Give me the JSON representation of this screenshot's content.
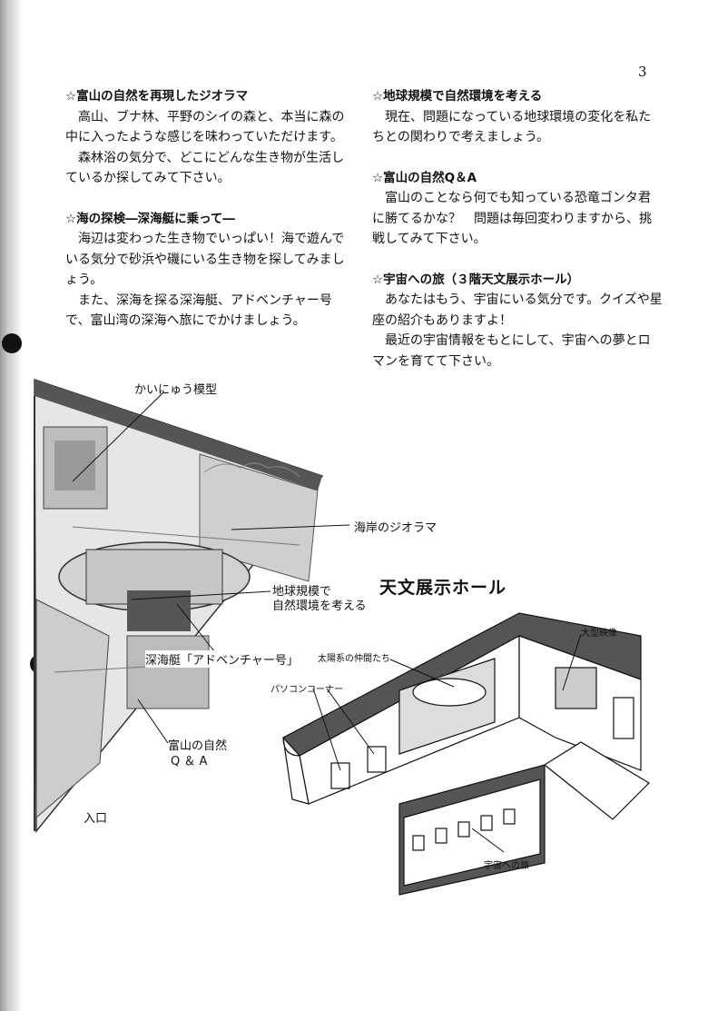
{
  "page_number": "3",
  "left_sections": [
    {
      "heading": "☆富山の自然を再現したジオラマ",
      "paragraphs": [
        "高山、ブナ林、平野のシイの森と、本当に森の中に入ったような感じを味わっていただけます。",
        "森林浴の気分で、どこにどんな生き物が生活しているか探してみて下さい。"
      ]
    },
    {
      "heading": "☆海の探検―深海艇に乗って―",
      "paragraphs": [
        "海辺は変わった生き物でいっぱい！海で遊んでいる気分で砂浜や磯にいる生き物を探してみましょう。",
        "また、深海を探る深海艇、アドベンチャー号で、富山湾の深海へ旅にでかけましょう。"
      ]
    }
  ],
  "right_sections": [
    {
      "heading": "☆地球規模で自然環境を考える",
      "paragraphs": [
        "現在、問題になっている地球環境の変化を私たちとの関わりで考えましょう。"
      ]
    },
    {
      "heading": "☆富山の自然Q＆A",
      "paragraphs": [
        "富山のことなら何でも知っている恐竜ゴンタ君に勝てるかな？　問題は毎回変わりますから、挑戦してみて下さい。"
      ]
    },
    {
      "heading": "☆宇宙への旅（３階天文展示ホール）",
      "paragraphs": [
        "あなたはもう、宇宙にいる気分です。クイズや星座の紹介もありますよ！",
        "最近の宇宙情報をもとにして、宇宙への夢とロマンを育てて下さい。"
      ]
    }
  ],
  "left_illustration_labels": {
    "kaichu": "かいにゅう模型",
    "kaigan": "海岸のジオラマ",
    "chikyu_line1": "地球規模で",
    "chikyu_line2": "自然環境を考える",
    "shinkai": "深海艇「アドベンチャー号」",
    "toyama_line1": "富山の自然",
    "toyama_line2": "Q ＆ A",
    "entrance": "入口"
  },
  "hall": {
    "title": "天文展示ホール",
    "big_screen": "大型映像",
    "solar": "太陽系の仲間たち",
    "pc": "パソコンコーナー",
    "space_trip": "宇宙への旅"
  }
}
